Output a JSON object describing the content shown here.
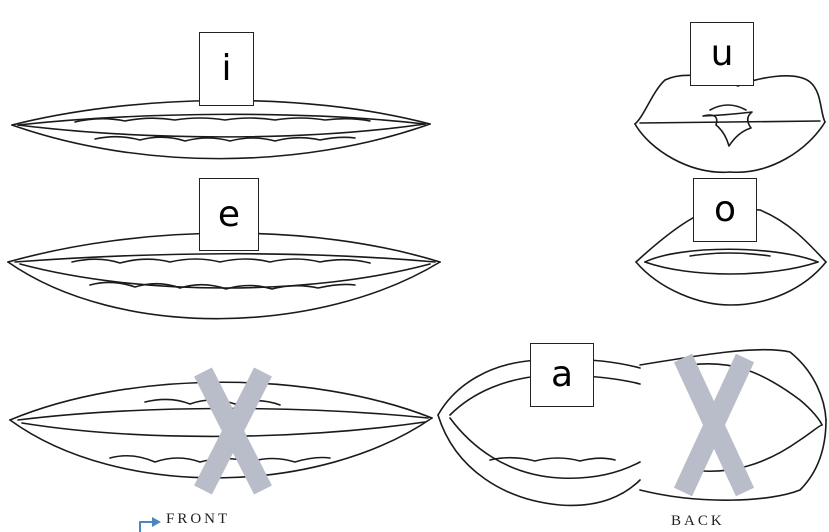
{
  "vowels": {
    "i": "i",
    "e": "e",
    "u": "u",
    "o": "o",
    "a": "a"
  },
  "captions": {
    "front": "FRONT",
    "back": "BACK"
  },
  "colors": {
    "line": "#1a1a1a",
    "cross": "#b9bdc9",
    "arrow": "#4a86c5"
  },
  "icons": {
    "cross_mark": "cross-mark-icon",
    "arrow": "arrow-right-icon"
  }
}
